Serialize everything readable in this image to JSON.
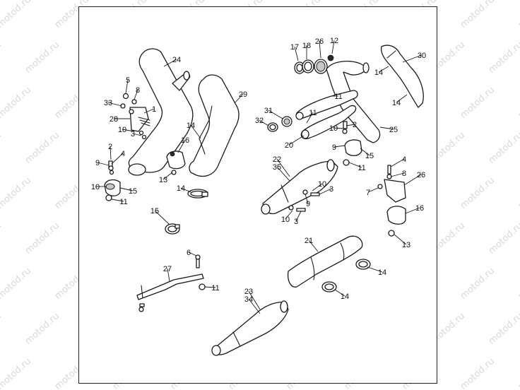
{
  "watermark": "motod.ru",
  "callouts": [
    "1",
    "2",
    "3",
    "4",
    "5",
    "6",
    "7",
    "8",
    "9",
    "10",
    "11",
    "12",
    "13",
    "14",
    "15",
    "16",
    "17",
    "18",
    "20",
    "21",
    "22",
    "23",
    "24",
    "25",
    "26",
    "27",
    "28",
    "29",
    "30",
    "31",
    "32",
    "33",
    "34",
    "35"
  ]
}
